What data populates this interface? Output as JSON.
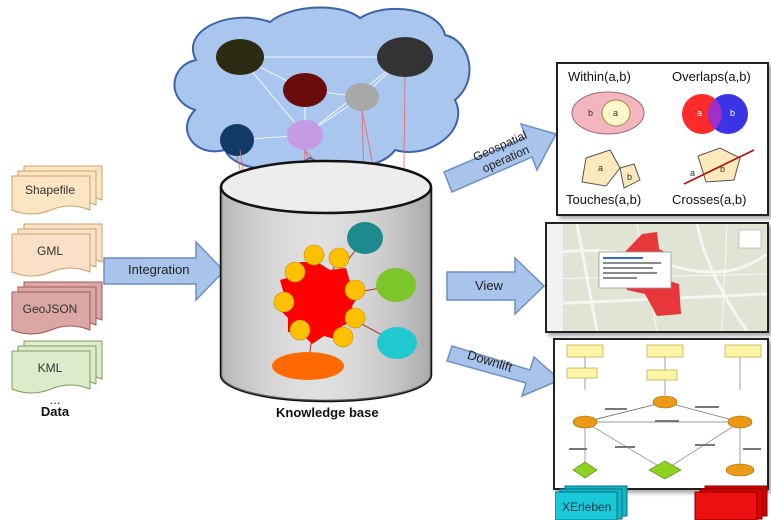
{
  "data_column": {
    "files": [
      {
        "label": "Shapefile",
        "fill": "#fbe5c2"
      },
      {
        "label": "GML",
        "fill": "#fbe0c8"
      },
      {
        "label": "GeoJSON",
        "fill": "#dba7a4"
      },
      {
        "label": "KML",
        "fill": "#dcebc9"
      }
    ],
    "ellipsis": "...",
    "caption": "Data"
  },
  "arrows": {
    "integration": "Integration",
    "geospatial": "Geospatial operation",
    "view": "View",
    "downlift": "Downlift"
  },
  "knowledge_base": {
    "caption": "Knowledge base"
  },
  "operations": {
    "within": "Within(a,b)",
    "overlaps": "Overlaps(a,b)",
    "touches": "Touches(a,b)",
    "crosses": "Crosses(a,b)",
    "a": "a",
    "b": "b"
  },
  "output_tabs": {
    "first": "XErleben"
  },
  "colors": {
    "arrow_fill": "#a9c4eb",
    "arrow_stroke": "#6f8fc2",
    "cloud_fill": "#a9c6ee",
    "cloud_stroke": "#3f63a8",
    "cylinder": "#d8d8d8",
    "central_node": "#ff0000",
    "small_node": "#ffc000"
  }
}
